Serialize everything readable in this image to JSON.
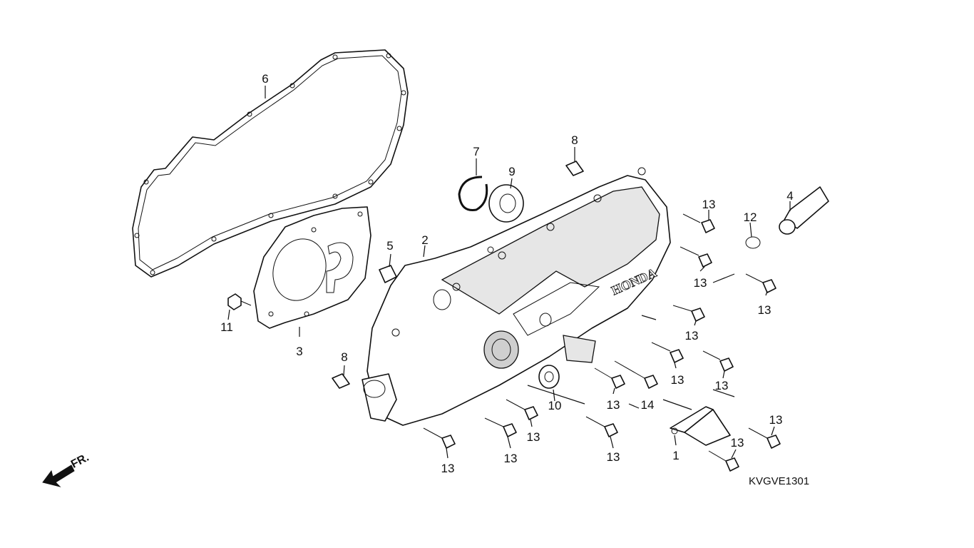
{
  "diagram": {
    "code": "KVGVE1301",
    "direction_label": "FR.",
    "brand": "HONDA",
    "callouts": {
      "p1": "1",
      "p2": "2",
      "p3": "3",
      "p4": "4",
      "p5": "5",
      "p6": "6",
      "p7": "7",
      "p8a": "8",
      "p8b": "8",
      "p9": "9",
      "p10": "10",
      "p11": "11",
      "p12": "12",
      "p13": "13",
      "p14": "14"
    }
  }
}
